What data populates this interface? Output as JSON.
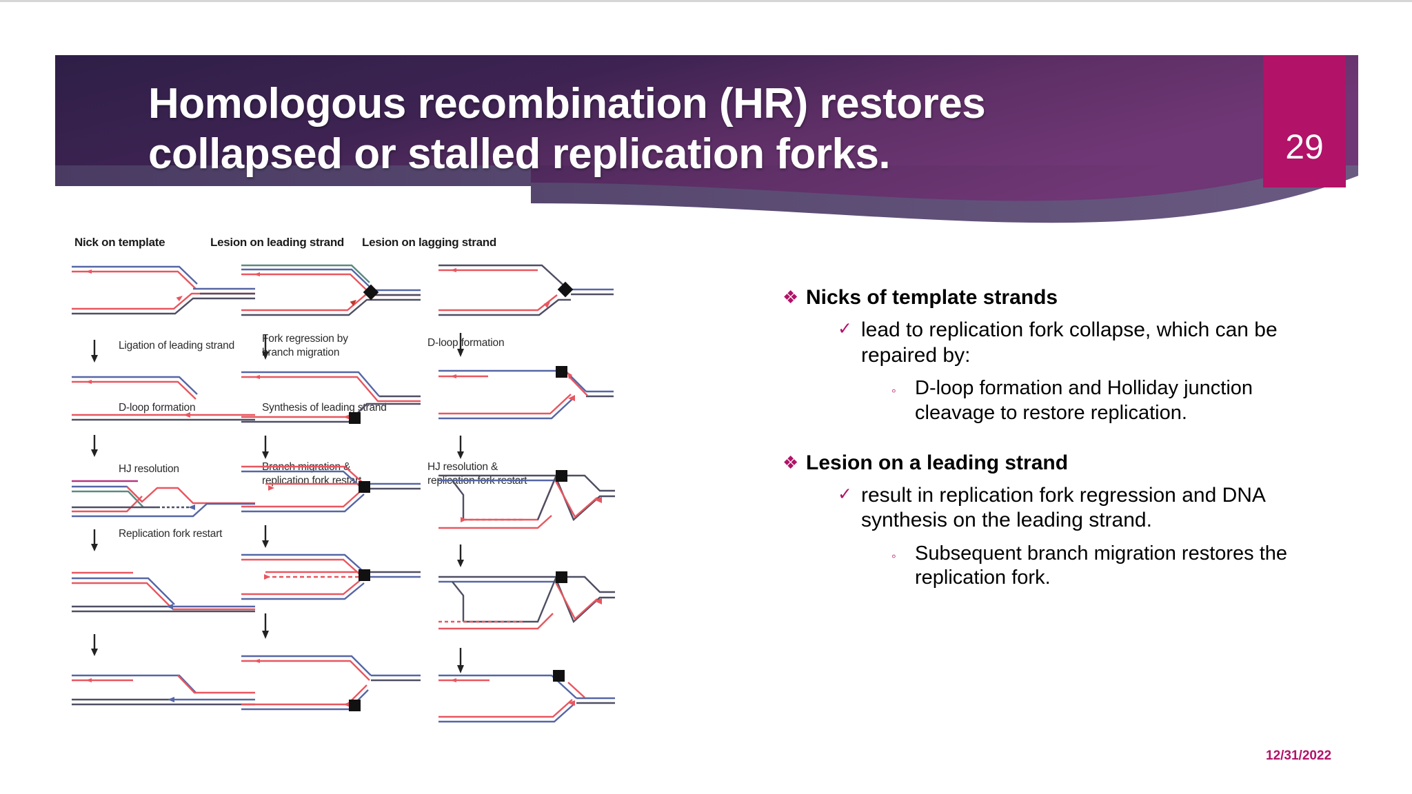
{
  "slide": {
    "title_line1": "Homologous recombination (HR) restores",
    "title_line2": "collapsed or stalled replication forks.",
    "page_number": "29",
    "date": "12/31/2022",
    "colors": {
      "banner_dark": "#2E1F47",
      "banner_magenta": "#6B3470",
      "badge": "#B21268",
      "accent": "#B21268",
      "text": "#000000"
    }
  },
  "figure": {
    "columns": [
      {
        "header": "Nick on template",
        "steps": [
          "Ligation of leading strand",
          "D-loop formation",
          "HJ resolution",
          "Replication fork restart"
        ]
      },
      {
        "header": "Lesion on leading strand",
        "steps": [
          "Fork regression by\nbranch migration",
          "Synthesis of leading strand",
          "Branch migration &\nreplication fork restart"
        ]
      },
      {
        "header": "Lesion on lagging strand",
        "steps": [
          "D-loop formation",
          "HJ resolution &\nreplication fork restart"
        ]
      }
    ]
  },
  "bullets": [
    {
      "marker": "❖",
      "text": "Nicks of template strands",
      "children": [
        {
          "marker": "✓",
          "text": "lead to replication fork collapse, which can be repaired by:",
          "children": [
            {
              "marker": "◦",
              "text": "D-loop formation and Holliday junction cleavage to restore replication."
            }
          ]
        }
      ]
    },
    {
      "marker": "❖",
      "text": "Lesion on a leading strand",
      "children": [
        {
          "marker": "✓",
          "text": "result in replication fork regression and DNA synthesis on the leading strand.",
          "children": [
            {
              "marker": "◦",
              "text": "Subsequent branch migration restores the replication fork."
            }
          ]
        }
      ]
    }
  ]
}
